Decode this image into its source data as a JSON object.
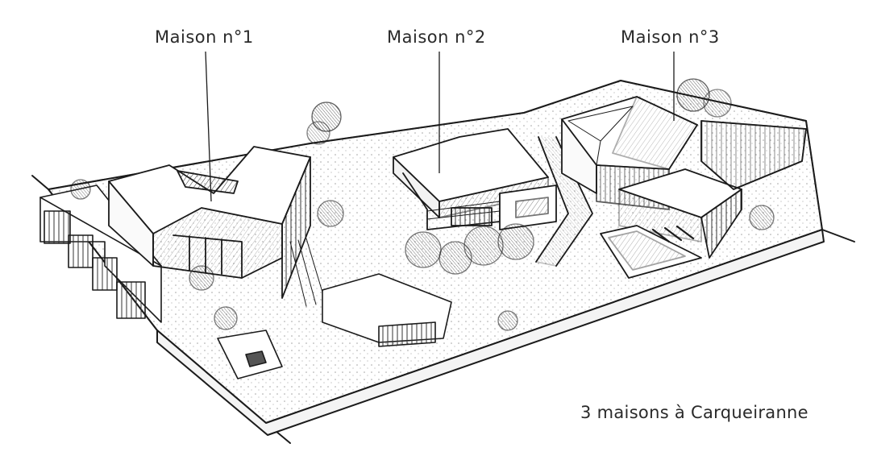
{
  "labels": {
    "house1": "Maison n°1",
    "house2": "Maison n°2",
    "house3": "Maison n°3"
  },
  "caption": "3 maisons à Carqueiranne"
}
